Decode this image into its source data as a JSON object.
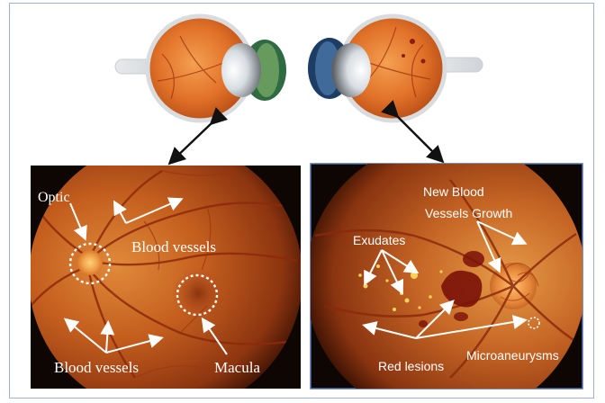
{
  "left_panel": {
    "optic_label": "Optic",
    "blood_vessels_upper_label": "Blood vessels",
    "blood_vessels_lower_label": "Blood vessels",
    "macula_label": "Macula"
  },
  "right_panel": {
    "new_vessels_label_line1": "New Blood",
    "new_vessels_label_line2": "Vessels Growth",
    "exudates_label": "Exudates",
    "red_lesions_label": "Red lesions",
    "microaneurysms_label": "Microaneurysms"
  },
  "colors": {
    "frame_border": "#9fb3d1",
    "annotation": "#ffffff",
    "arrow": "#111111",
    "retina_dark": "#1a0a04",
    "right_panel_border": "#4d6fa8"
  }
}
